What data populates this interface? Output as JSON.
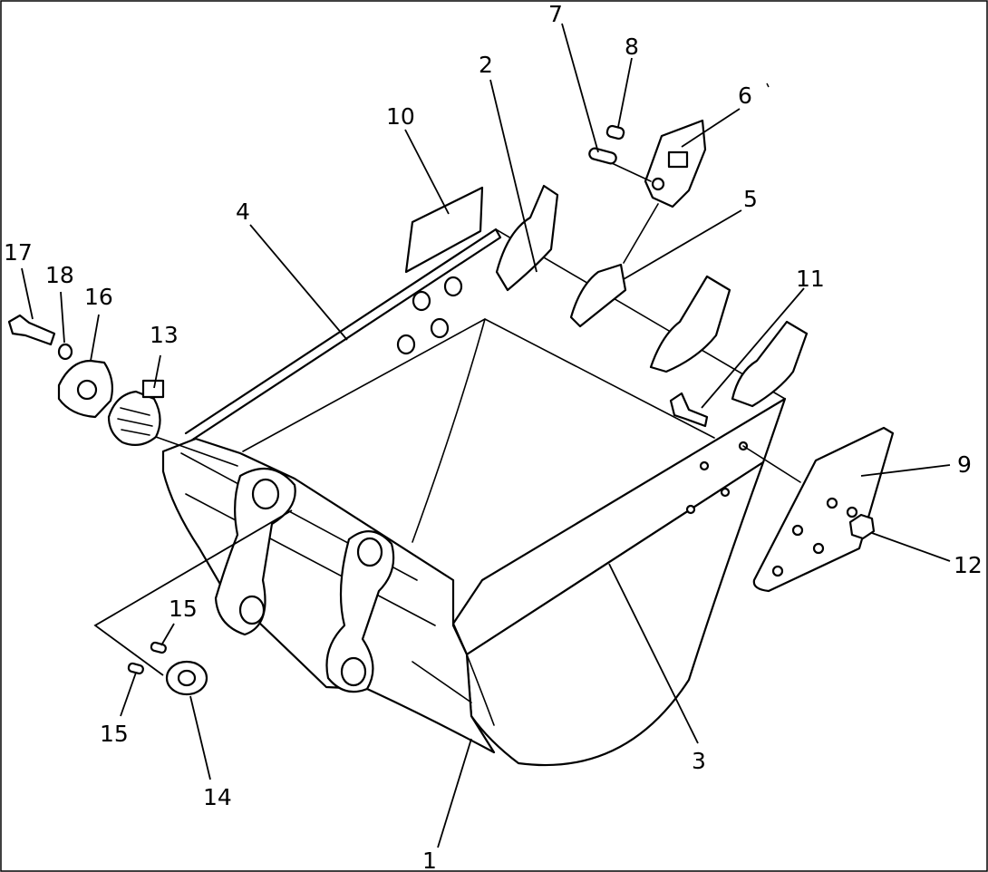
{
  "diagram": {
    "callouts": [
      {
        "id": "c1",
        "label": "1"
      },
      {
        "id": "c2",
        "label": "2"
      },
      {
        "id": "c3",
        "label": "3"
      },
      {
        "id": "c4",
        "label": "4"
      },
      {
        "id": "c5",
        "label": "5"
      },
      {
        "id": "c6",
        "label": "6"
      },
      {
        "id": "c7",
        "label": "7"
      },
      {
        "id": "c8",
        "label": "8"
      },
      {
        "id": "c9",
        "label": "9"
      },
      {
        "id": "c10",
        "label": "10"
      },
      {
        "id": "c11",
        "label": "11"
      },
      {
        "id": "c12",
        "label": "12"
      },
      {
        "id": "c13",
        "label": "13"
      },
      {
        "id": "c14",
        "label": "14"
      },
      {
        "id": "c15a",
        "label": "15"
      },
      {
        "id": "c15b",
        "label": "15"
      },
      {
        "id": "c16",
        "label": "16"
      },
      {
        "id": "c17",
        "label": "17"
      },
      {
        "id": "c18",
        "label": "18"
      }
    ]
  }
}
